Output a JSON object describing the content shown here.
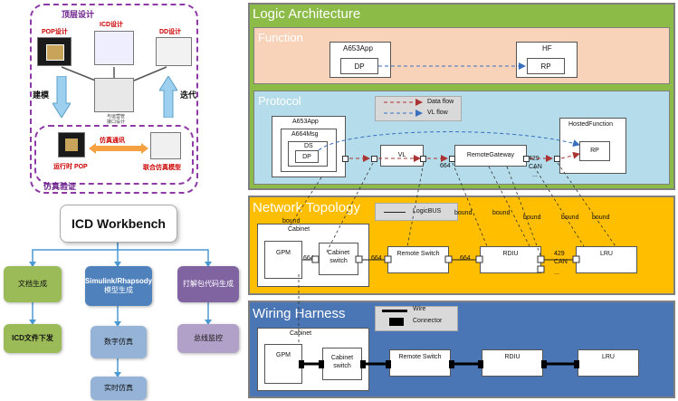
{
  "left": {
    "top_group_title": "顶层设计",
    "pop_label": "POP设计",
    "icd_label": "ICD设计",
    "dd_label": "DD设计",
    "center_caption_1": "与运营管",
    "center_caption_2": "接口设计",
    "model_label": "建模",
    "iterate_label": "迭代",
    "cosim_label": "仿真通讯",
    "run_pop_label": "运行时 POP",
    "cosim_model_label": "联合仿真模型",
    "verify_group_title": "仿真验证"
  },
  "workbench": {
    "title": "ICD Workbench",
    "nodes": {
      "doc_gen": "文档生成",
      "icd_download": "ICD文件下发",
      "model_gen_1": "Simulink/Rhapsody",
      "model_gen_2": "模型生成",
      "digital_sim": "数字仿真",
      "realtime_sim": "实时仿真",
      "packet_gen": "打解包代码生成",
      "bus_monitor": "总线监控"
    }
  },
  "logic": {
    "title": "Logic Architecture",
    "function": {
      "title": "Function",
      "a653app": "A653App",
      "dp": "DP",
      "hf": "HF",
      "rp": "RP"
    },
    "protocol": {
      "title": "Protocol",
      "legend_data": "Data flow",
      "legend_vl": "VL flow",
      "a653app": "A653App",
      "a664msg": "A664Msg",
      "ds": "DS",
      "dp": "DP",
      "vl": "VL",
      "remote_gateway": "RemoteGateway",
      "hosted_function": "HostedFunction",
      "rp": "RP",
      "label_664": "664",
      "label_429": "429",
      "label_can": "CAN",
      "ellipsis": "..."
    }
  },
  "network": {
    "title": "Network Topology",
    "legend": "LogicBUS",
    "bound": "bound",
    "cabinet": "Cabinet",
    "gpm": "GPM",
    "cabinet_switch_1": "Cabinet",
    "cabinet_switch_2": "switch",
    "remote_switch": "Remote Switch",
    "rdiu": "RDIU",
    "lru": "LRU",
    "label_664": "664",
    "label_429": "429",
    "label_can": "CAN",
    "ellipsis": "..."
  },
  "wiring": {
    "title": "Wiring Harness",
    "legend_wire": "Wire",
    "legend_connector": "Connector",
    "cabinet": "Cabinet",
    "gpm": "GPM",
    "cabinet_switch_1": "Cabinet",
    "cabinet_switch_2": "switch",
    "remote_switch": "Remote Switch",
    "rdiu": "RDIU",
    "lru": "LRU"
  },
  "colors": {
    "logic_bg": "#8cbb47",
    "function_bg": "#f8d3b9",
    "protocol_bg": "#b4dcea",
    "network_bg": "#ffbe00",
    "wiring_bg": "#4a76b5"
  }
}
